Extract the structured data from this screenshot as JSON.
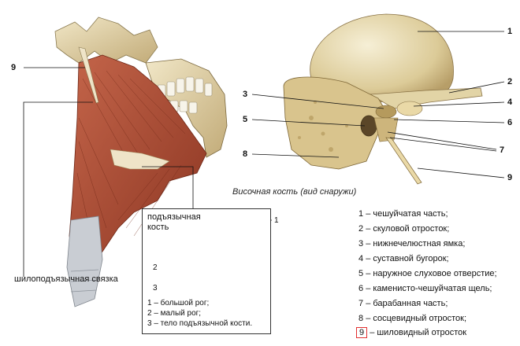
{
  "left_figure": {
    "label_9": "9",
    "ligament_label": "шилоподъязычная связка"
  },
  "hyoid_inset": {
    "title_line1": "подъязычная",
    "title_line2": "кость",
    "pointer_1": "1",
    "pointer_2": "2",
    "pointer_3": "3",
    "legend": [
      "1 – большой рог;",
      "2 – малый рог;",
      "3 – тело подъязычной кости."
    ]
  },
  "temporal_bone": {
    "caption": "Височная кость (вид снаружи)",
    "pointers_right": [
      "1",
      "2",
      "4",
      "6",
      "7",
      "9"
    ],
    "pointers_left": [
      "3",
      "5",
      "8"
    ]
  },
  "legend": {
    "items": [
      {
        "num": "1",
        "text": "– чешуйчатая часть;"
      },
      {
        "num": "2",
        "text": "– скуловой отросток;"
      },
      {
        "num": "3",
        "text": "– нижнечелюстная ямка;"
      },
      {
        "num": "4",
        "text": "– суставной бугорок;"
      },
      {
        "num": "5",
        "text": "– наружное слуховое отверстие;"
      },
      {
        "num": "6",
        "text": "– каменисто-чешуйчатая щель;"
      },
      {
        "num": "7",
        "text": "– барабанная часть;"
      },
      {
        "num": "8",
        "text": "– сосцевидный отросток;"
      },
      {
        "num": "9",
        "text": "– шиловидный отросток"
      }
    ],
    "highlight_color": "#e23030"
  },
  "colors": {
    "muscle": "#b5543c",
    "muscle_dark": "#8a3421",
    "bone": "#e8dcb5",
    "bone_shadow": "#bda97a",
    "tendon": "#f0e7d2",
    "cartilage": "#c9cdd3"
  }
}
